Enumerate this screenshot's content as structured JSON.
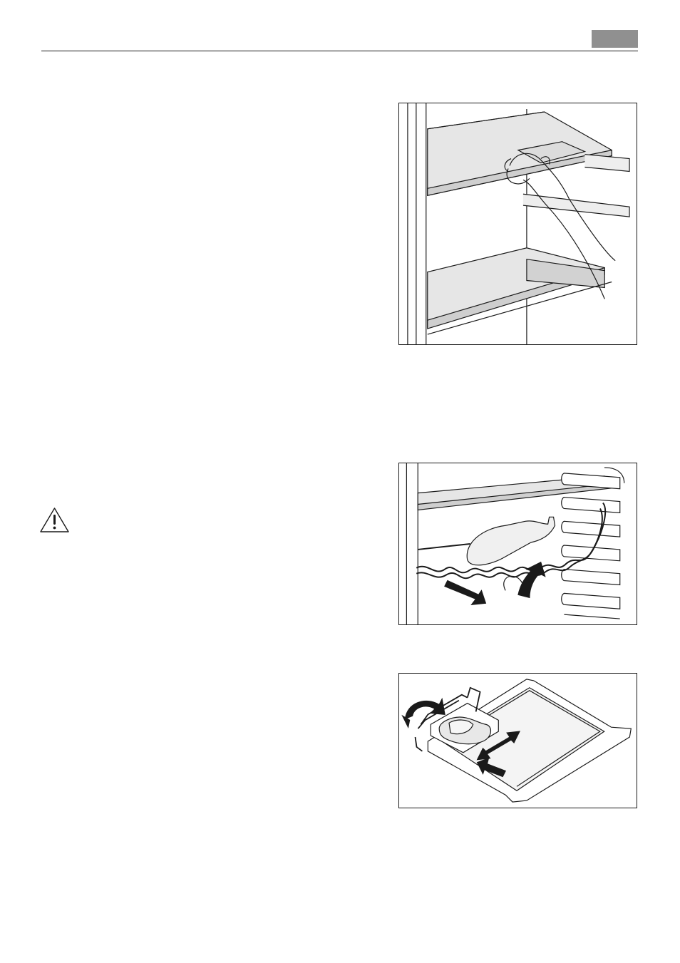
{
  "header": {
    "accent_color": "#909090",
    "rule_color": "#1a1a1a"
  },
  "figures": [
    {
      "id": "shelf",
      "icon": "shelf-removal-illustration"
    },
    {
      "id": "rack",
      "icon": "bottle-rack-illustration"
    },
    {
      "id": "tray",
      "icon": "bottle-holder-tray-illustration"
    }
  ],
  "warning": {
    "icon": "warning-triangle-icon"
  },
  "shelf_fill": "#e6e6e6",
  "line_color": "#1a1a1a"
}
